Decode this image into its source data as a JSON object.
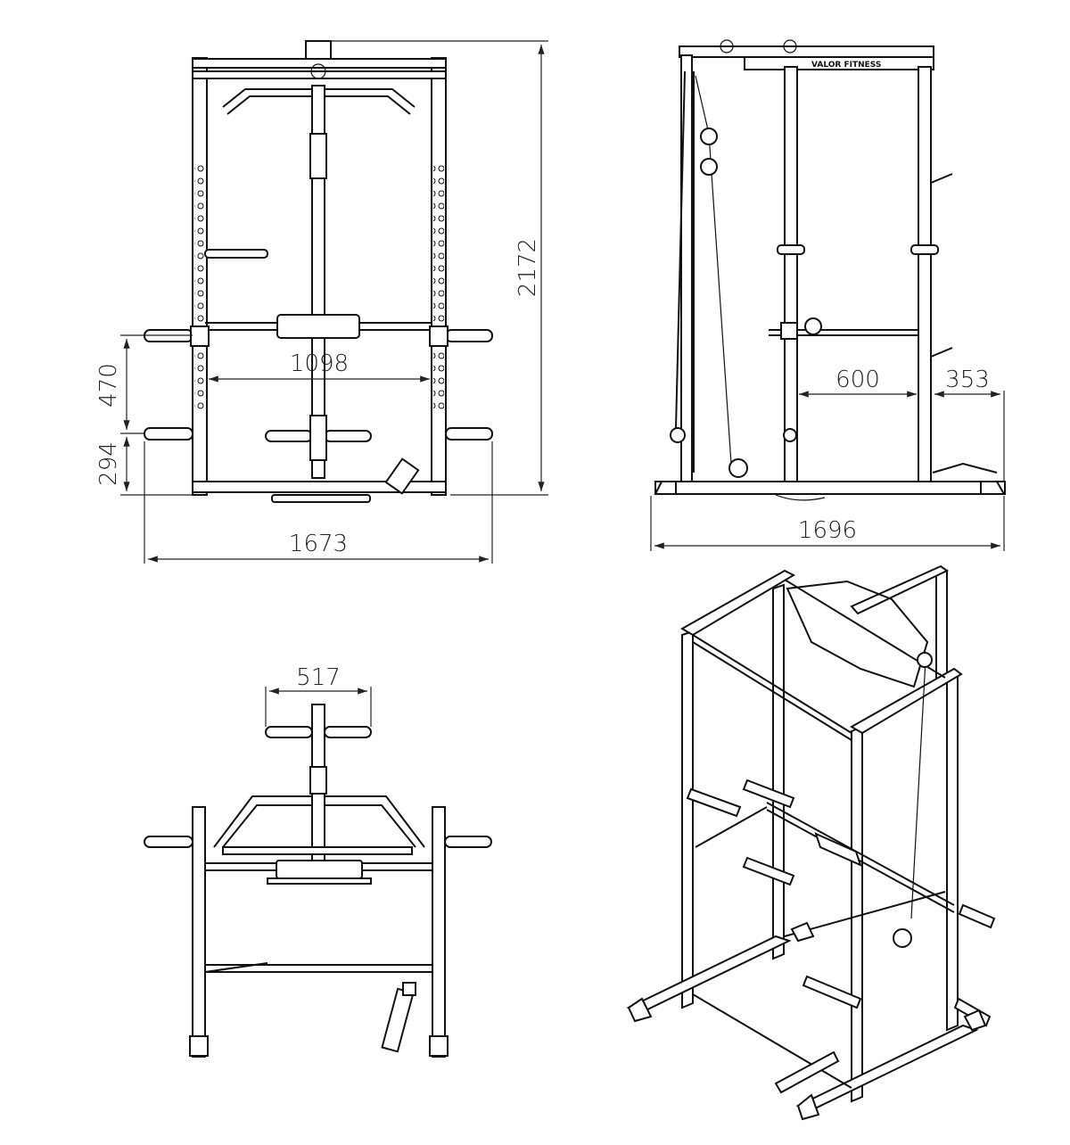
{
  "drawing": {
    "dimensions": {
      "front_height": "2172",
      "front_outer_width": "1673",
      "front_inner_width": "1098",
      "front_peg_spacing": "470",
      "front_bottom_peg": "294",
      "side_depth": "1696",
      "side_inner": "600",
      "side_rear": "353",
      "top_handle": "517"
    },
    "brand_text": "VALOR FITNESS",
    "colors": {
      "line": "#111111",
      "background": "#ffffff"
    }
  }
}
